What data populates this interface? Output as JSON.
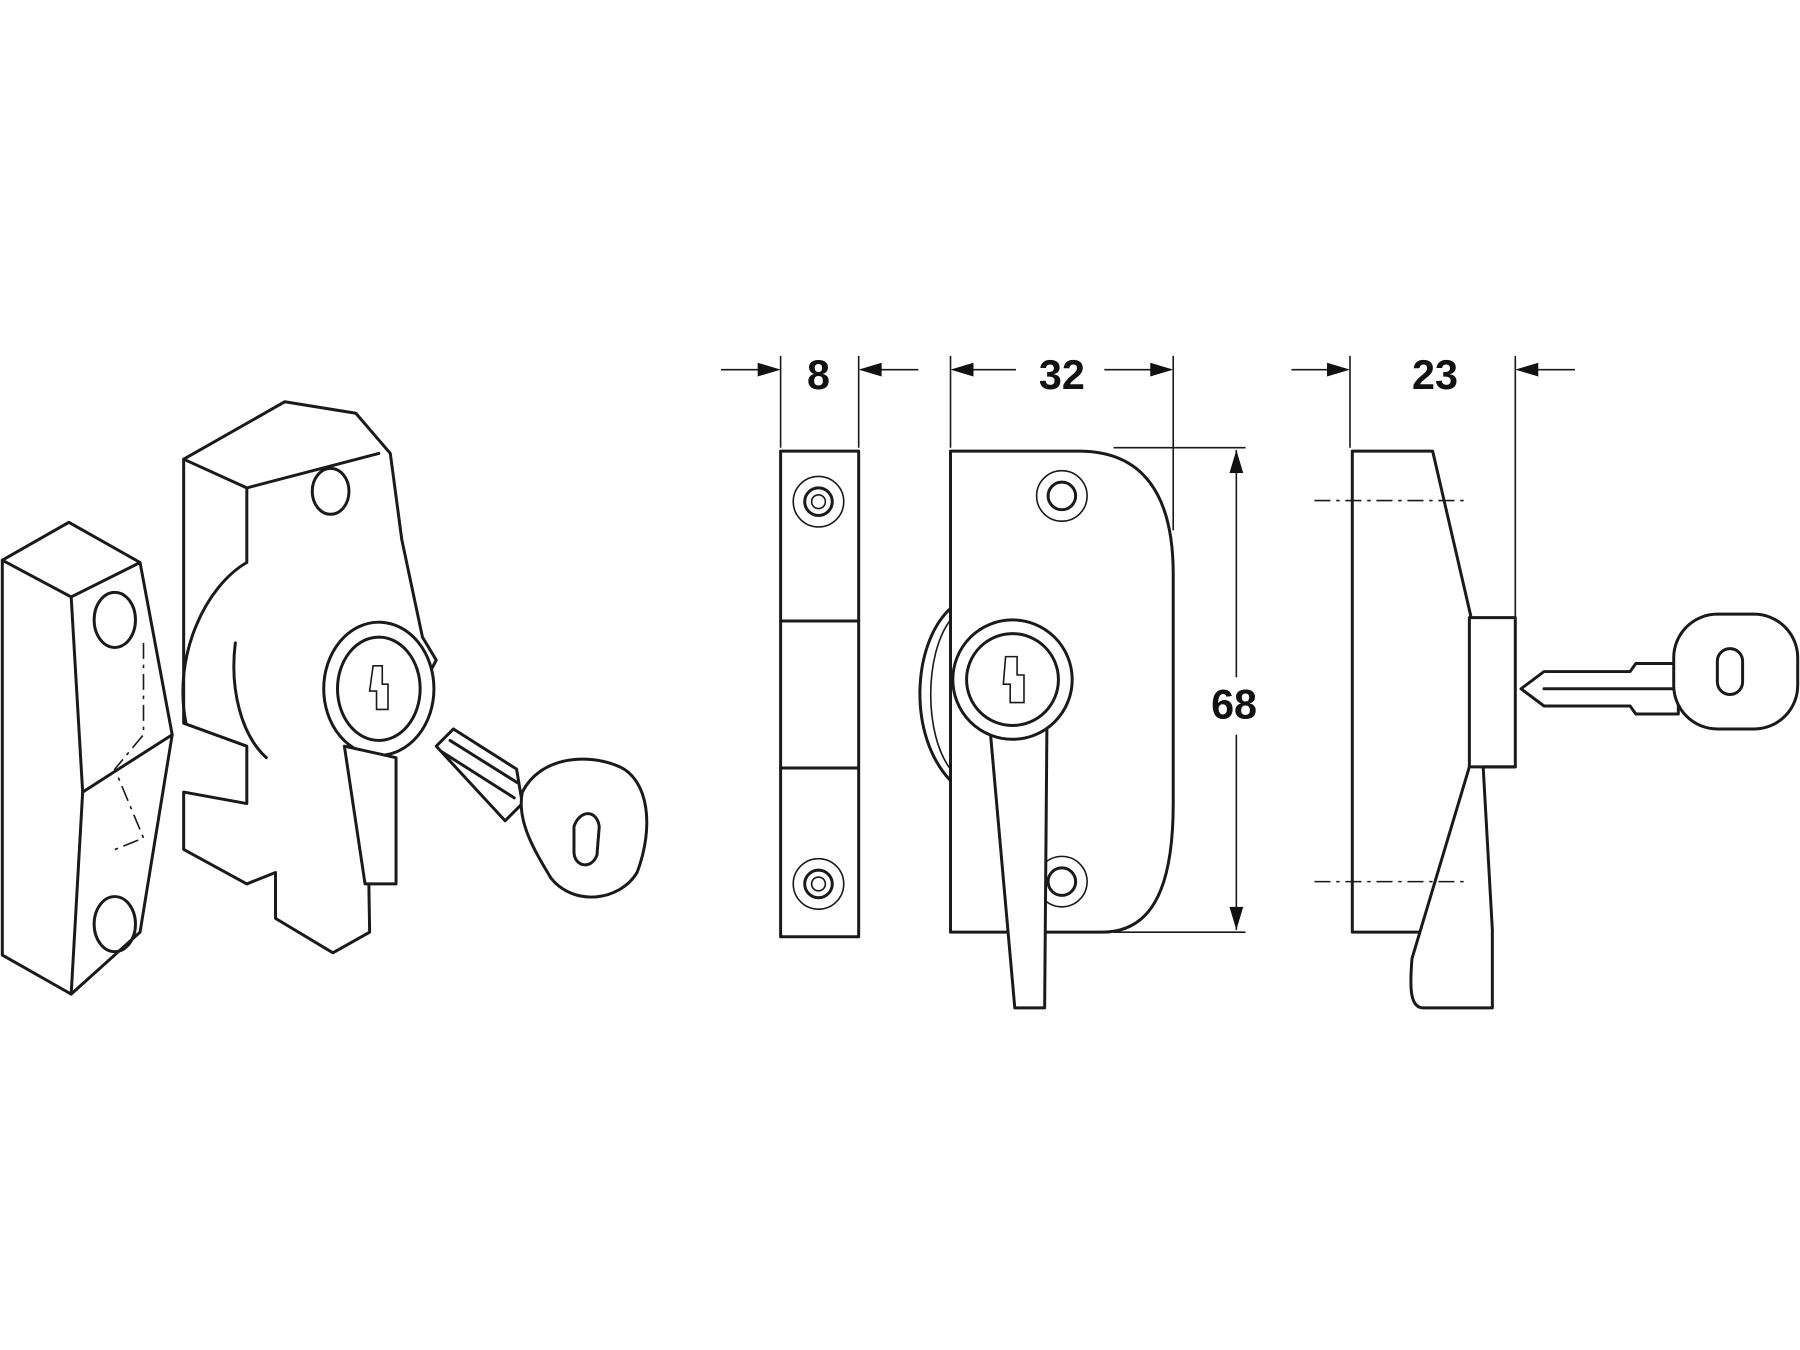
{
  "dimensions": {
    "strike_width": "8",
    "latch_width": "32",
    "side_depth": "23",
    "height": "68"
  }
}
